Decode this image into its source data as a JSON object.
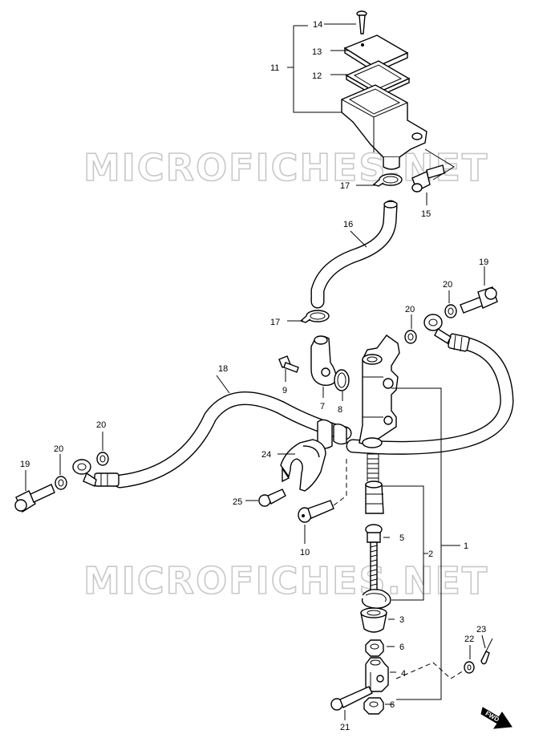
{
  "watermark": "MICROFICHES.NET",
  "direction_badge": "FWD",
  "callouts": {
    "c1": "1",
    "c2": "2",
    "c3": "3",
    "c4": "4",
    "c5": "5",
    "c6a": "6",
    "c6b": "6",
    "c7": "7",
    "c8": "8",
    "c9": "9",
    "c10": "10",
    "c11": "11",
    "c12": "12",
    "c13": "13",
    "c14": "14",
    "c15": "15",
    "c16": "16",
    "c17a": "17",
    "c17b": "17",
    "c18": "18",
    "c19a": "19",
    "c19b": "19",
    "c20a": "20",
    "c20b": "20",
    "c20c": "20",
    "c20d": "20",
    "c21": "21",
    "c22": "22",
    "c23": "23",
    "c24": "24",
    "c25": "25"
  }
}
